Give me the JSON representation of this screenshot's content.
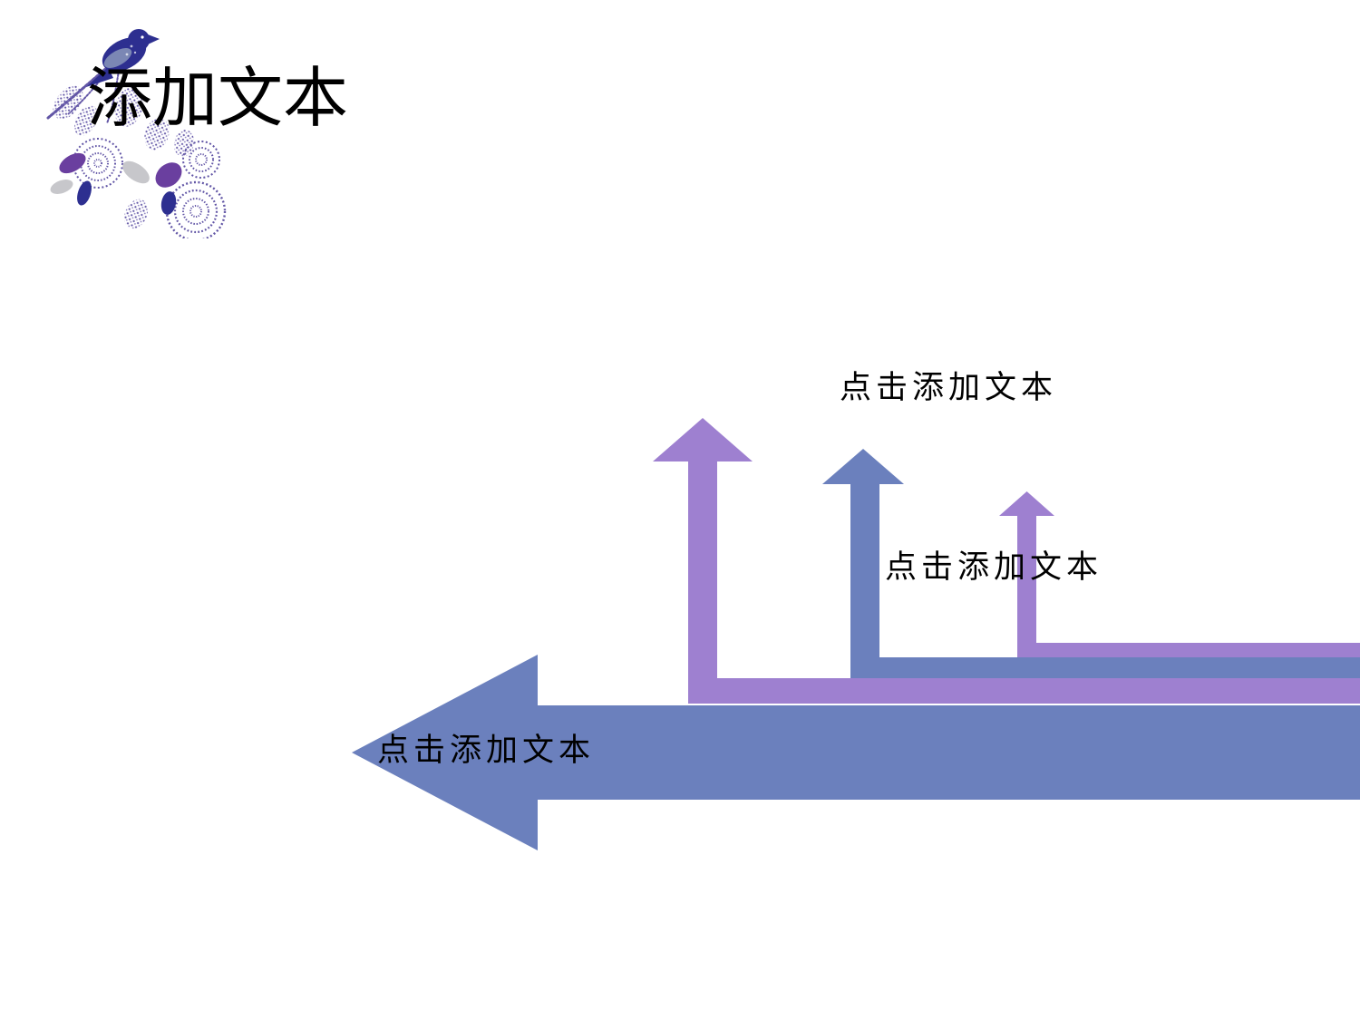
{
  "slide": {
    "title": "添加文本",
    "labels": {
      "top": "点击添加文本",
      "middle": "点击添加文本",
      "arrow": "点击添加文本"
    },
    "decoration": {
      "name": "bird-on-floral-branch",
      "elements": [
        "bird-icon",
        "branch-icon",
        "chrysanthemum-flower-icon",
        "leaf-icon"
      ]
    },
    "colors": {
      "background": "#ffffff",
      "text": "#000000",
      "purple": "#9e80d0",
      "blue": "#6b80bd",
      "deco_navy": "#2d2f90",
      "deco_purple": "#6a3f9f",
      "deco_gray": "#c7c7cb",
      "deco_wing": "#7b87b4",
      "deco_speckle": "#6256a6"
    }
  }
}
